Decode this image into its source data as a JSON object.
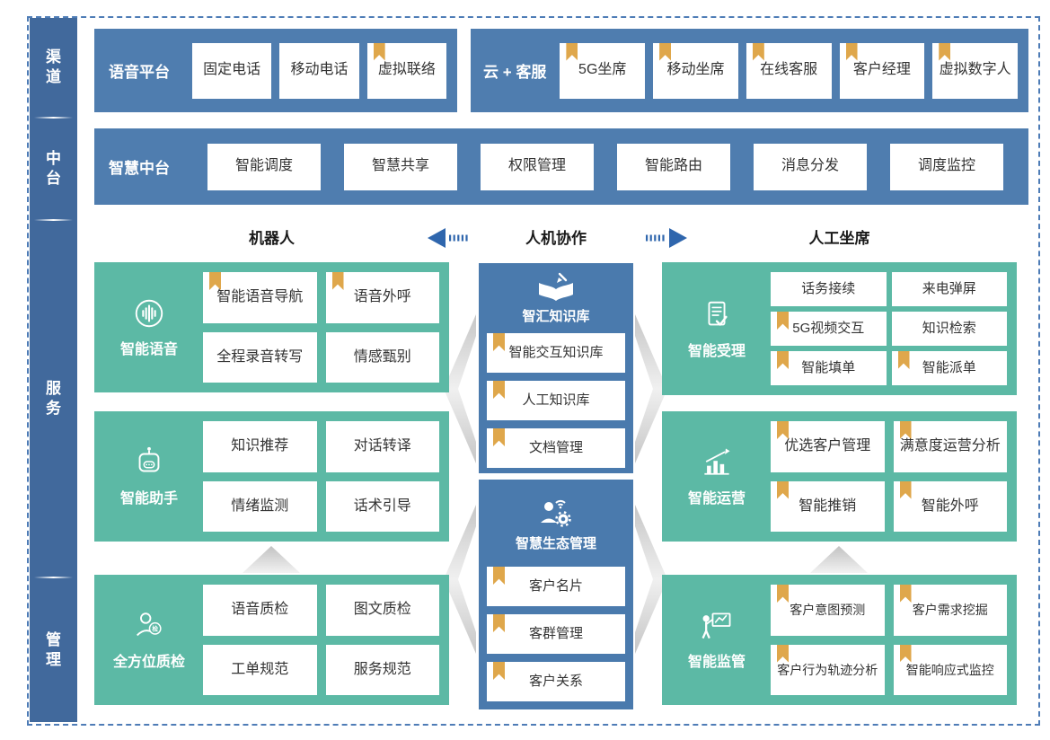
{
  "sidebar": {
    "items": [
      {
        "label": "渠道"
      },
      {
        "label": "中台"
      },
      {
        "label": "服务"
      },
      {
        "label": "管理"
      }
    ]
  },
  "channel": {
    "groups": [
      {
        "title": "语音平台",
        "items": [
          {
            "label": "固定电话",
            "bookmark": false
          },
          {
            "label": "移动电话",
            "bookmark": false
          },
          {
            "label": "虚拟联络",
            "bookmark": true
          }
        ]
      },
      {
        "title": "云 + 客服",
        "items": [
          {
            "label": "5G坐席",
            "bookmark": true
          },
          {
            "label": "移动坐席",
            "bookmark": true
          },
          {
            "label": "在线客服",
            "bookmark": true
          },
          {
            "label": "客户经理",
            "bookmark": true
          },
          {
            "label": "虚拟数字人",
            "bookmark": true
          }
        ]
      }
    ]
  },
  "midplatform": {
    "title": "智慧中台",
    "items": [
      {
        "label": "智能调度"
      },
      {
        "label": "智慧共享"
      },
      {
        "label": "权限管理"
      },
      {
        "label": "智能路由"
      },
      {
        "label": "消息分发"
      },
      {
        "label": "调度监控"
      }
    ]
  },
  "collab": {
    "left": "机器人",
    "center": "人机协作",
    "right": "人工坐席"
  },
  "robot_column": [
    {
      "title": "智能语音",
      "icon": "voice-wave-icon",
      "items": [
        {
          "label": "智能语音导航",
          "bookmark": true
        },
        {
          "label": "语音外呼",
          "bookmark": true
        },
        {
          "label": "全程录音转写",
          "bookmark": false
        },
        {
          "label": "情感甄别",
          "bookmark": false
        }
      ]
    },
    {
      "title": "智能助手",
      "icon": "robot-icon",
      "items": [
        {
          "label": "知识推荐",
          "bookmark": false
        },
        {
          "label": "对话转译",
          "bookmark": false
        },
        {
          "label": "情绪监测",
          "bookmark": false
        },
        {
          "label": "话术引导",
          "bookmark": false
        }
      ]
    },
    {
      "title": "全方位质检",
      "icon": "inspector-badge-icon",
      "items": [
        {
          "label": "语音质检",
          "bookmark": false
        },
        {
          "label": "图文质检",
          "bookmark": false
        },
        {
          "label": "工单规范",
          "bookmark": false
        },
        {
          "label": "服务规范",
          "bookmark": false
        }
      ]
    }
  ],
  "center_column": [
    {
      "title": "智汇知识库",
      "icon": "book-pen-icon",
      "items": [
        {
          "label": "智能交互知识库",
          "bookmark": true
        },
        {
          "label": "人工知识库",
          "bookmark": true
        },
        {
          "label": "文档管理",
          "bookmark": true
        }
      ]
    },
    {
      "title": "智慧生态管理",
      "icon": "agent-gear-icon",
      "items": [
        {
          "label": "客户名片",
          "bookmark": true
        },
        {
          "label": "客群管理",
          "bookmark": true
        },
        {
          "label": "客户关系",
          "bookmark": true
        }
      ]
    }
  ],
  "agent_column": [
    {
      "title": "智能受理",
      "icon": "document-check-icon",
      "items": [
        {
          "label": "话务接续",
          "bookmark": false
        },
        {
          "label": "来电弹屏",
          "bookmark": false
        },
        {
          "label": "5G视频交互",
          "bookmark": true
        },
        {
          "label": "知识检索",
          "bookmark": false
        },
        {
          "label": "智能填单",
          "bookmark": true
        },
        {
          "label": "智能派单",
          "bookmark": true
        }
      ]
    },
    {
      "title": "智能运营",
      "icon": "chart-up-icon",
      "items": [
        {
          "label": "优选客户管理",
          "bookmark": true
        },
        {
          "label": "满意度运营分析",
          "bookmark": true
        },
        {
          "label": "智能推销",
          "bookmark": true
        },
        {
          "label": "智能外呼",
          "bookmark": true
        }
      ]
    },
    {
      "title": "智能监管",
      "icon": "supervision-board-icon",
      "items": [
        {
          "label": "客户意图预测",
          "bookmark": true
        },
        {
          "label": "客户需求挖掘",
          "bookmark": true
        },
        {
          "label": "客户行为轨迹分析",
          "bookmark": true
        },
        {
          "label": "智能响应式监控",
          "bookmark": true
        }
      ]
    }
  ],
  "colors": {
    "rail_blue": "#41699c",
    "bar_blue": "#4f7daf",
    "center_blue": "#4a7aad",
    "teal": "#5cb9a5",
    "bookmark_gold": "#dfa74b",
    "arrow_blue": "#2f66ad",
    "dashed_border": "#4e7cb6"
  }
}
